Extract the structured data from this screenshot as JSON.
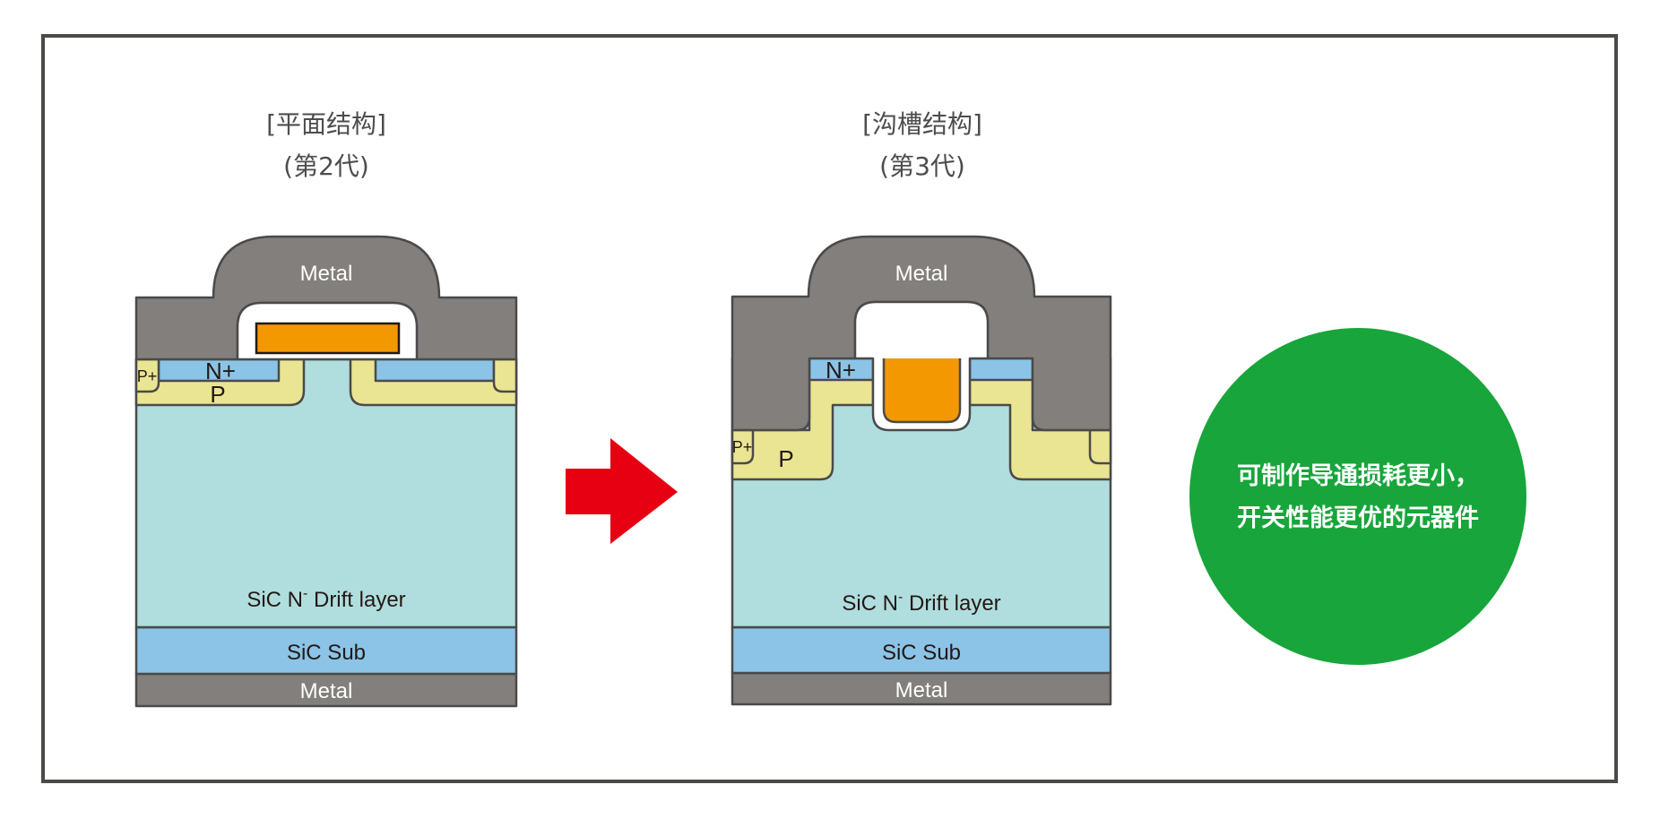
{
  "colors": {
    "frame": "#4a4a48",
    "metal": "#827f7d",
    "drift": "#b0dddd",
    "substrate": "#8bc4e6",
    "n_plus": "#8bc4e6",
    "p_region": "#eae592",
    "gate": "#f39800",
    "oxide": "#ffffff",
    "outline": "#4a4a4a",
    "arrow": "#e60012",
    "circle": "#18a53b",
    "title_text": "#4d4d4d"
  },
  "planar": {
    "title": "[平面结构]",
    "subtitle": "(第2代)",
    "labels": {
      "top_metal": "Metal",
      "n_plus": "N+",
      "p": "P",
      "p_plus": "P+",
      "drift_prefix": "SiC N",
      "drift_sup": "-",
      "drift_suffix": " Drift layer",
      "substrate": "SiC Sub",
      "bottom_metal": "Metal"
    }
  },
  "trench": {
    "title": "[沟槽结构]",
    "subtitle": "(第3代)",
    "labels": {
      "top_metal": "Metal",
      "n_plus": "N+",
      "p": "P",
      "p_plus": "P+",
      "drift_prefix": "SiC N",
      "drift_sup": "-",
      "drift_suffix": " Drift layer",
      "substrate": "SiC Sub",
      "bottom_metal": "Metal"
    }
  },
  "arrow": {
    "direction": "right"
  },
  "conclusion": {
    "line1": "可制作导通损耗更小，",
    "line2": "开关性能更优的元器件"
  }
}
